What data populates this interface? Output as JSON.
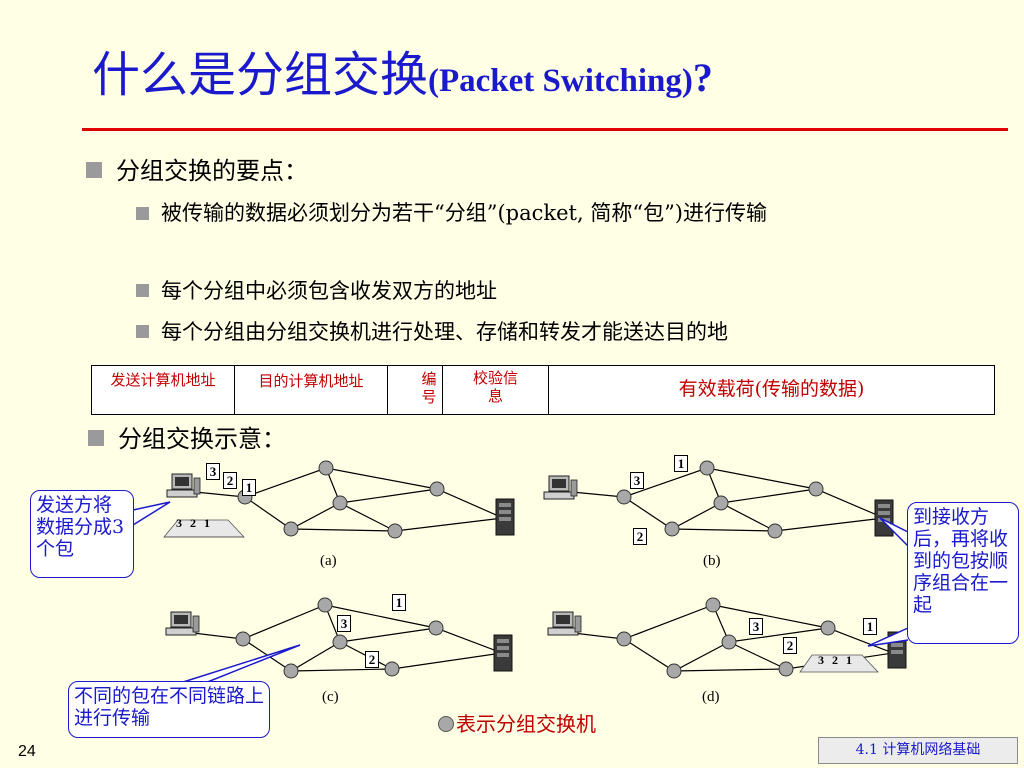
{
  "title": {
    "main": "什么是分组交换",
    "english": "(Packet Switching)",
    "question_mark": "?"
  },
  "bullets": {
    "main1": "分组交换的要点：",
    "sub": [
      "被传输的数据必须划分为若干“分组”(packet, 简称“包”)进行传输",
      "每个分组中必须包含收发双方的地址",
      "每个分组由分组交换机进行处理、存储和转发才能送达目的地"
    ],
    "main2": "分组交换示意："
  },
  "packet_format": {
    "fields": [
      "发送计算机地址",
      "目的计算机地址",
      "编号",
      "校验信息",
      "有效载荷(传输的数据)"
    ]
  },
  "diagrams": [
    {
      "label": "(a)",
      "packets": [
        "3",
        "2",
        "1"
      ],
      "queue_labels": [
        "3",
        "2",
        "1"
      ]
    },
    {
      "label": "(b)",
      "packets": [
        "1",
        "3",
        "2"
      ]
    },
    {
      "label": "(c)",
      "packets": [
        "1",
        "3",
        "2"
      ]
    },
    {
      "label": "(d)",
      "packets": [
        "3",
        "2",
        "1"
      ],
      "queue_labels": [
        "3",
        "2",
        "1"
      ]
    }
  ],
  "callouts": {
    "sender": "发送方将数据分成3个包",
    "receiver": "到接收方后，再将收到的包按顺序组合在一起",
    "different_paths": "不同的包在不同链路上进行传输"
  },
  "legend": {
    "text": "表示分组交换机"
  },
  "slide_number": "24",
  "footer": "4.1  计算机网络基础",
  "colors": {
    "background": "#FFFFE6",
    "title": "#1A1ACC",
    "accent_red": "#C00000",
    "rule": "#E00000"
  }
}
